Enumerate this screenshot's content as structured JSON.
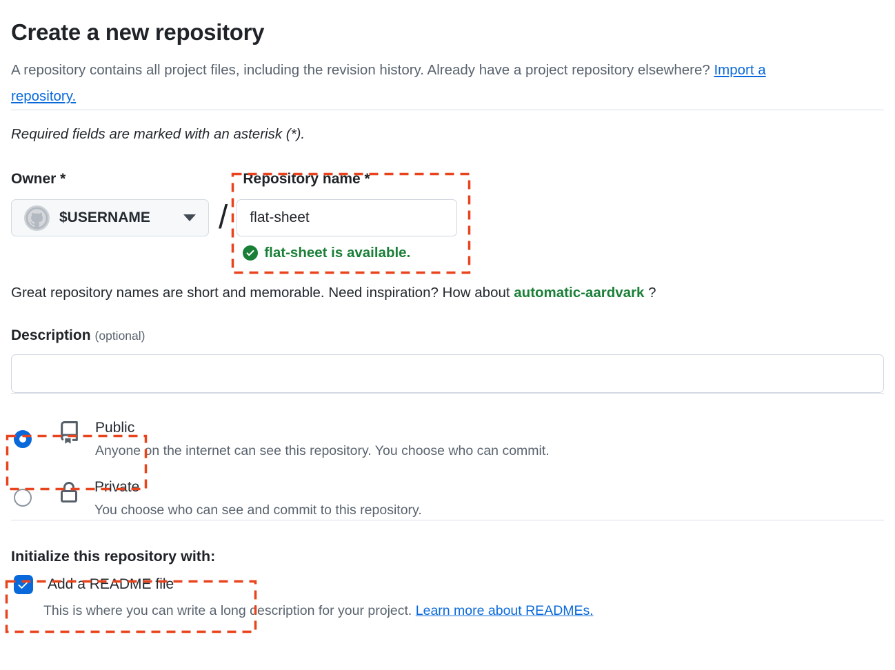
{
  "page": {
    "title": "Create a new repository",
    "intro_text": "A repository contains all project files, including the revision history. Already have a project repository elsewhere? ",
    "intro_link": "Import a repository.",
    "required_note": "Required fields are marked with an asterisk (*)."
  },
  "owner": {
    "label": "Owner *",
    "value": "$USERNAME"
  },
  "slash": "/",
  "repo_name": {
    "label": "Repository name *",
    "value": "flat-sheet",
    "availability_message": "flat-sheet is available."
  },
  "inspiration": {
    "text_before": "Great repository names are short and memorable. Need inspiration? How about ",
    "suggestion": "automatic-aardvark",
    "text_after": " ?"
  },
  "description_field": {
    "label": "Description",
    "optional_hint": "(optional)",
    "value": ""
  },
  "visibility": {
    "public": {
      "label": "Public",
      "description": "Anyone on the internet can see this repository. You choose who can commit.",
      "selected": true
    },
    "private": {
      "label": "Private",
      "description": "You choose who can see and commit to this repository.",
      "selected": false
    }
  },
  "initialize": {
    "heading": "Initialize this repository with:",
    "readme": {
      "label": "Add a README file",
      "checked": true
    },
    "note_text": "This is where you can write a long description for your project. ",
    "note_link": "Learn more about READMEs."
  },
  "icons": {
    "avatar": "github-octocat-avatar",
    "owner_caret": "caret-down",
    "availability": "check-circle-fill",
    "public": "repo-book",
    "private": "lock",
    "readme_checkbox": "checkmark"
  },
  "colors": {
    "accent_blue": "#0969da",
    "success_green": "#1a7f37",
    "annotation_orange": "#e8431c",
    "text_primary": "#1f2328",
    "text_muted": "#59636e",
    "border": "#d0d7de",
    "owner_button_bg": "#f6f8fa"
  }
}
